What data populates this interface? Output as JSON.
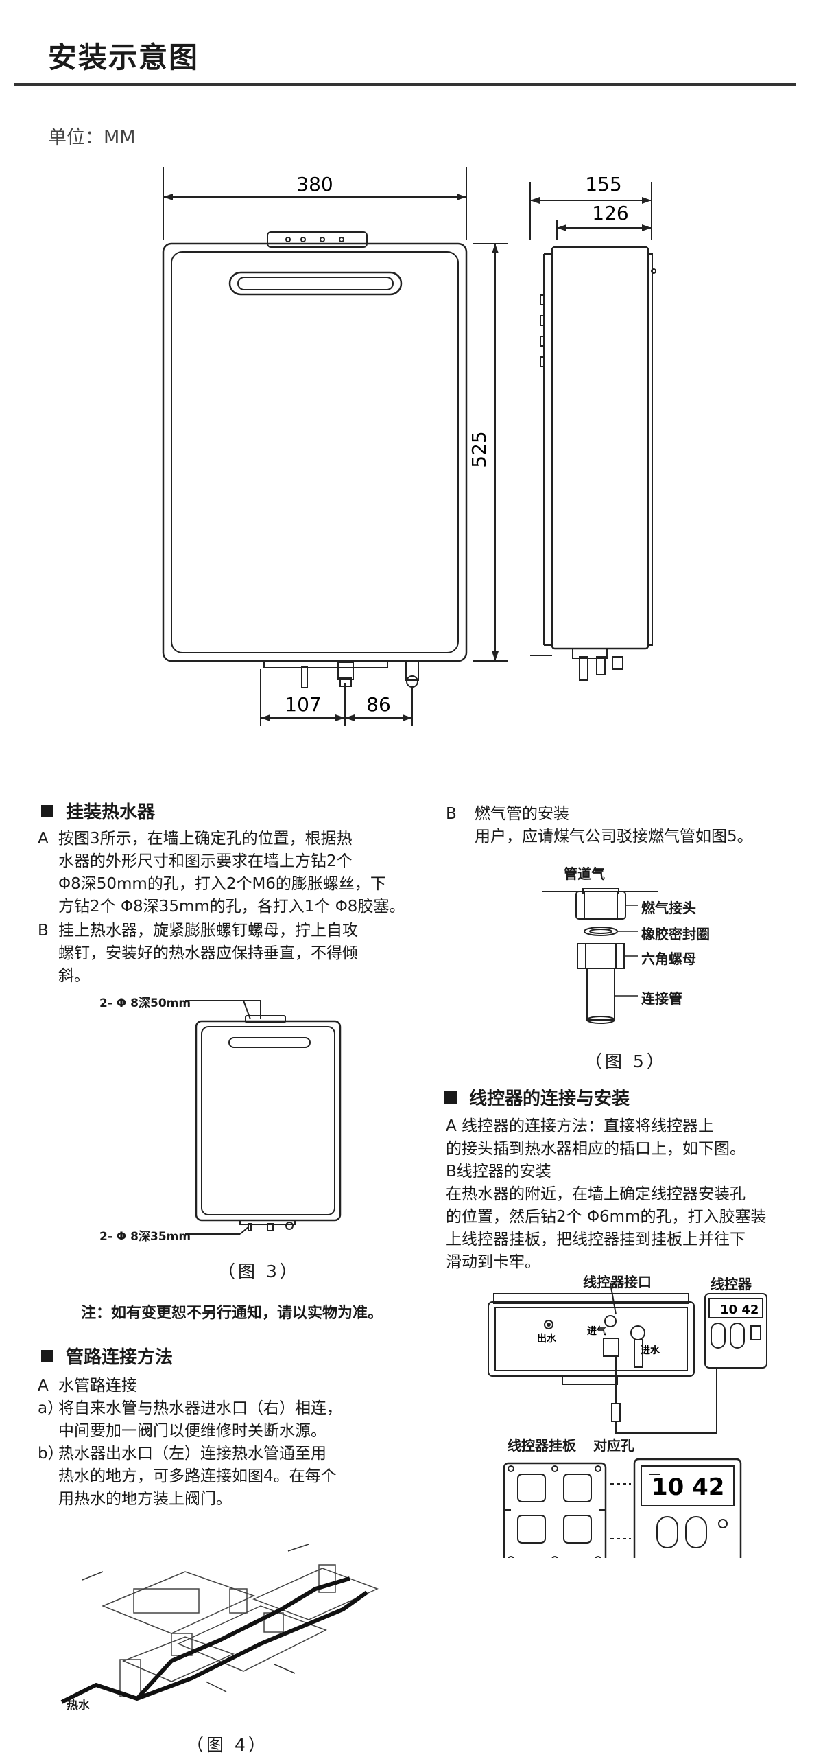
{
  "header": {
    "title": "安装示意图",
    "unit": "单位：MM"
  },
  "dimensions": {
    "width": "380",
    "depth_total": "155",
    "depth_body": "126",
    "height": "525",
    "pipe_left": "107",
    "pipe_right": "86"
  },
  "hang": {
    "heading": "挂装热水器",
    "a_label": "A",
    "a_lines": [
      "按图3所示，在墙上确定孔的位置，根据热",
      "水器的外形尺寸和图示要求在墙上方钻2个",
      "Φ8深50mm的孔，打入2个M6的膨胀螺丝，下",
      "方钻2个 Φ8深35mm的孔，各打入1个 Φ8胶塞。"
    ],
    "b_label": "B",
    "b_lines": [
      "挂上热水器，旋紧膨胀螺钉螺母，拧上自攻",
      "螺钉，安装好的热水器应保持垂直，不得倾",
      "斜。"
    ],
    "fig3_top_label": "2-  Φ 8深50mm",
    "fig3_bottom_label": "2-  Φ 8深35mm",
    "fig3_caption": "（图 3）"
  },
  "note": "注：如有变更恕不另行通知，请以实物为准。",
  "pipe": {
    "heading": "管路连接方法",
    "a_label": "A",
    "a_title": "水管路连接",
    "a_item_label": "a）",
    "a_lines": [
      "将自来水管与热水器进水口（右）相连，",
      "中间要加一阀门以便维修时关断水源。"
    ],
    "b_item_label": "b）",
    "b_lines": [
      "热水器出水口（左）连接热水管通至用",
      "热水的地方，可多路连接如图4。在每个",
      "用热水的地方装上阀门。"
    ],
    "fig4_label": "热水",
    "fig4_caption": "（图 4）"
  },
  "gas": {
    "b_label": "B",
    "title": "燃气管的安装",
    "line": "用户，应请煤气公司驳接燃气管如图5。",
    "fig5": {
      "pipe_gas": "管道气",
      "connector": "燃气接头",
      "seal": "橡胶密封圈",
      "nut": "六角螺母",
      "tube": "连接管"
    },
    "fig5_caption": "（图 5）"
  },
  "controller": {
    "heading": "线控器的连接与安装",
    "a_lines": [
      "A 线控器的连接方法：直接将线控器上",
      "的接头插到热水器相应的插口上，如下图。"
    ],
    "b_title": "B线控器的安装",
    "b_lines": [
      "在热水器的附近，在墙上确定线控器安装孔",
      "的位置，然后钻2个 Φ6mm的孔，打入胶塞装",
      "上线控器挂板，把线控器挂到挂板上并往下",
      "滑动到卡牢。"
    ],
    "fig": {
      "port": "线控器接口",
      "ctrl": "线控器",
      "out": "出水",
      "gas": "进气",
      "in": "进水",
      "plate": "线控器挂板",
      "holes": "对应孔",
      "display_big": "10 42",
      "display_small": "10 42"
    }
  }
}
